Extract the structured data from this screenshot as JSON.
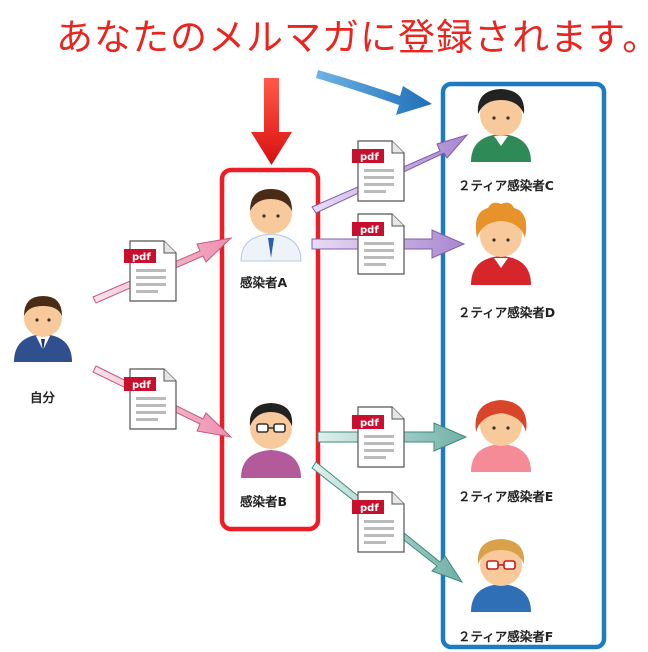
{
  "banner": "あなたのメルマガに登録されます。",
  "pdf_label": "pdf",
  "people": {
    "self": {
      "label": "自分",
      "icon": "person-suit-icon"
    },
    "a": {
      "label": "感染者A",
      "icon": "person-shirt-tie-icon"
    },
    "b": {
      "label": "感染者B",
      "icon": "person-glasses-icon"
    },
    "c": {
      "label": "２ティア感染者C",
      "icon": "person-green-icon"
    },
    "d": {
      "label": "２ティア感染者D",
      "icon": "person-red-icon"
    },
    "e": {
      "label": "２ティア感染者E",
      "icon": "person-pink-icon"
    },
    "f": {
      "label": "２ティア感染者F",
      "icon": "person-glasses-blue-icon"
    }
  },
  "colors": {
    "banner": "#e8251f",
    "group_red": "#ee1c24",
    "group_blue": "#1d7bc1",
    "arrow_pink": "#f2a6c0",
    "arrow_purple": "#b896d6",
    "arrow_teal": "#7ab8b0"
  }
}
